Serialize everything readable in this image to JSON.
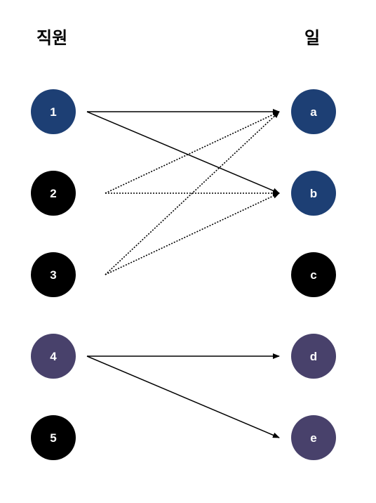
{
  "titles": {
    "left": "직원",
    "right": "일"
  },
  "colors": {
    "navy": "#1d3f74",
    "black": "#000000",
    "purple": "#48416b",
    "edge": "#000000"
  },
  "employees": [
    {
      "id": "1",
      "color": "navy"
    },
    {
      "id": "2",
      "color": "black"
    },
    {
      "id": "3",
      "color": "black"
    },
    {
      "id": "4",
      "color": "purple"
    },
    {
      "id": "5",
      "color": "black"
    }
  ],
  "jobs": [
    {
      "id": "a",
      "color": "navy"
    },
    {
      "id": "b",
      "color": "navy"
    },
    {
      "id": "c",
      "color": "black"
    },
    {
      "id": "d",
      "color": "purple"
    },
    {
      "id": "e",
      "color": "purple"
    }
  ],
  "edges": [
    {
      "from": "1",
      "to": "a",
      "style": "solid"
    },
    {
      "from": "1",
      "to": "b",
      "style": "solid"
    },
    {
      "from": "2",
      "to": "a",
      "style": "dotted"
    },
    {
      "from": "2",
      "to": "b",
      "style": "dotted"
    },
    {
      "from": "3",
      "to": "a",
      "style": "dotted"
    },
    {
      "from": "3",
      "to": "b",
      "style": "dotted"
    },
    {
      "from": "4",
      "to": "d",
      "style": "solid"
    },
    {
      "from": "4",
      "to": "e",
      "style": "solid"
    }
  ]
}
